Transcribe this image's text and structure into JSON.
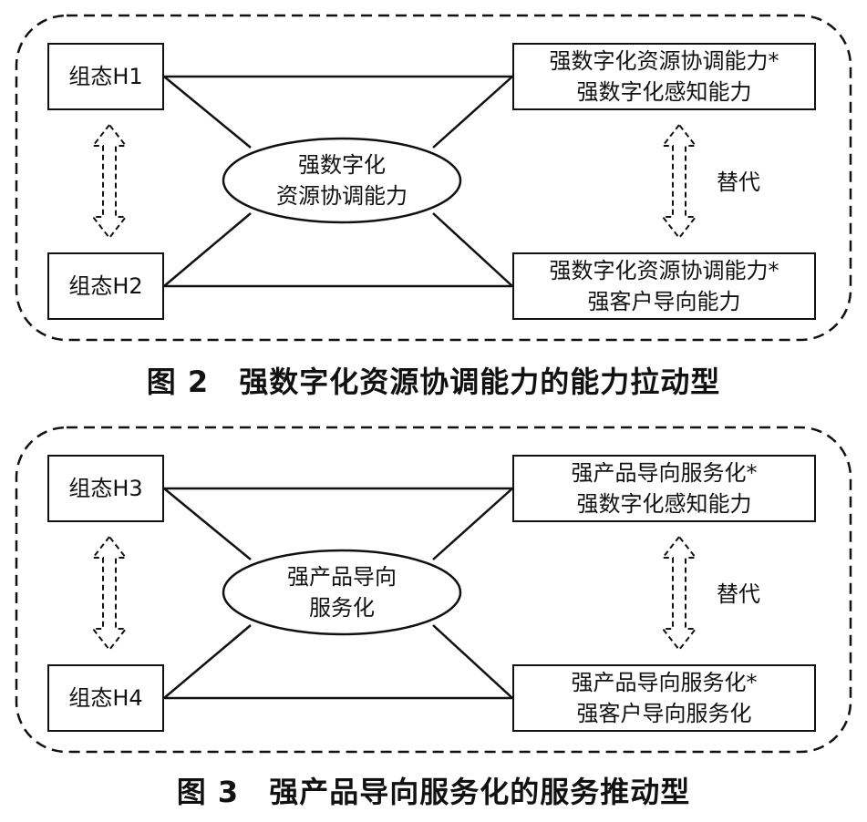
{
  "figures": [
    {
      "caption": "图 2　强数字化资源协调能力的能力拉动型",
      "center_label_1": "强数字化",
      "center_label_2": "资源协调能力",
      "left_top": "组态H1",
      "left_bottom": "组态H2",
      "right_top_1": "强数字化资源协调能力*",
      "right_top_2": "强数字化感知能力",
      "right_bottom_1": "强数字化资源协调能力*",
      "right_bottom_2": "强客户导向能力",
      "side_label": "替代"
    },
    {
      "caption": "图 3　强产品导向服务化的服务推动型",
      "center_label_1": "强产品导向",
      "center_label_2": "服务化",
      "left_top": "组态H3",
      "left_bottom": "组态H4",
      "right_top_1": "强产品导向服务化*",
      "right_top_2": "强数字化感知能力",
      "right_bottom_1": "强产品导向服务化*",
      "right_bottom_2": "强客户导向服务化",
      "side_label": "替代"
    }
  ]
}
